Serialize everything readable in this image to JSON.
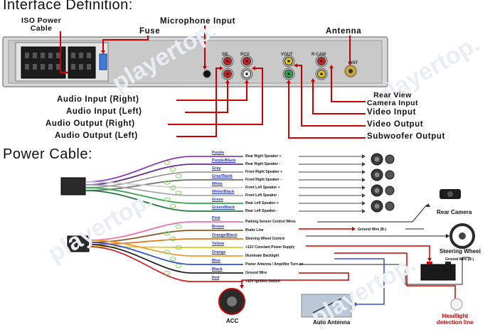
{
  "interface": {
    "title": "Interface Definition:",
    "top_labels": {
      "iso_power": "ISO Power\nCable",
      "fuse": "Fuse",
      "microphone": "Microphone Input",
      "antenna": "Antenna"
    },
    "jack_labels": [
      "SB",
      "RCV",
      "VOUT",
      "R-CAM",
      "ANT"
    ],
    "left_labels": [
      "Audio Input (Right)",
      "Audio Input (Left)",
      "Audio Output (Right)",
      "Audio Output (Left)"
    ],
    "right_labels": [
      "Rear View\nCamera Input",
      "Video Input",
      "Video Output",
      "Subwoofer Output"
    ]
  },
  "power": {
    "title": "Power Cable:",
    "wires": [
      {
        "color_name": "Purple",
        "function": "Rear Right Speaker +",
        "hex": "#8a3fbf"
      },
      {
        "color_name": "Purple/Black",
        "function": "Rear Right Speaker -",
        "hex": "#6a2a8f"
      },
      {
        "color_name": "Gray",
        "function": "Front Right Speaker +",
        "hex": "#9a9a9a"
      },
      {
        "color_name": "Gray/Black",
        "function": "Front Right Speaker -",
        "hex": "#707070"
      },
      {
        "color_name": "White",
        "function": "Front Left Speaker +",
        "hex": "#cfcfcf"
      },
      {
        "color_name": "White/Black",
        "function": "Front Left Speaker -",
        "hex": "#a8a8a8"
      },
      {
        "color_name": "Green",
        "function": "Rear Left Speaker +",
        "hex": "#2fa84a"
      },
      {
        "color_name": "Green/Black",
        "function": "Rear Left Speaker -",
        "hex": "#1f7a35"
      },
      {
        "color_name": "Pink",
        "function": "Parking Sensor Control Wires",
        "hex": "#f06fa8"
      },
      {
        "color_name": "Brown",
        "function": "Brake Line",
        "hex": "#8b5a2b"
      },
      {
        "color_name": "Orange/Black",
        "function": "Steering Wheel Control",
        "hex": "#e07a1f"
      },
      {
        "color_name": "Yellow",
        "function": "+12V Constant Power Supply",
        "hex": "#e6c619"
      },
      {
        "color_name": "Orange",
        "function": "Illuminate Backlight",
        "hex": "#f29a2e"
      },
      {
        "color_name": "Blue",
        "function": "Power Antenna / Amplifier Turn on",
        "hex": "#2f4fd6"
      },
      {
        "color_name": "Black",
        "function": "Ground Wire",
        "hex": "#222222"
      },
      {
        "color_name": "Red",
        "function": "+12V Ignition Switch",
        "hex": "#d42020"
      }
    ],
    "ground_wire_b": "Ground Wire (B-)",
    "ground_wire_b2": "Ground Wire (B-)",
    "rear_camera": "Rear Camera",
    "steering_wheel": "Steering Wheel",
    "battery": "+12V (B+)",
    "acc": "ACC",
    "auto_antenna": "Auto Antenna",
    "headlight": "Headlight\ndetection line"
  },
  "watermark": "playertop.",
  "colors": {
    "accent_red": "#cc0000",
    "wire_label_blue": "#2233cc"
  }
}
